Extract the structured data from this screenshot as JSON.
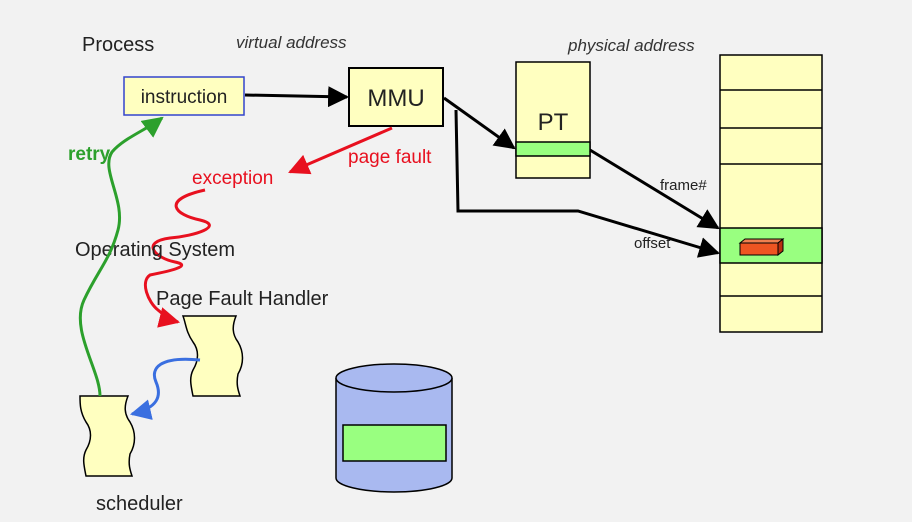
{
  "labels": {
    "process": "Process",
    "virtual_address": "virtual address",
    "physical_address": "physical address",
    "instruction": "instruction",
    "mmu": "MMU",
    "pt": "PT",
    "page_fault": "page fault",
    "exception": "exception",
    "retry": "retry",
    "operating_system": "Operating System",
    "page_fault_handler": "Page Fault Handler",
    "frame_num": "frame#",
    "offset": "offset",
    "scheduler": "scheduler"
  },
  "colors": {
    "background": "#f2f2f2",
    "box_fill": "#ffffc0",
    "highlight_green": "#99ff80",
    "disk_blue": "#a9b9f0",
    "fault_red": "#e8101f",
    "retry_green": "#2ca02c",
    "handoff_blue": "#3a6fe0",
    "page_orange": "#ee5522",
    "instruction_border": "#3344cc"
  }
}
